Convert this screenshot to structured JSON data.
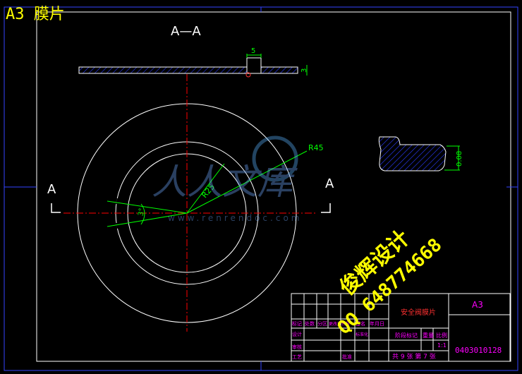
{
  "title": "A3  膜片",
  "section_title": "A—A",
  "section_marks": [
    "A",
    "A"
  ],
  "dimensions": {
    "thickness": "5",
    "height": "3",
    "radius_inner": "R25",
    "radius_outer": "R45",
    "angle": "3°",
    "detail_height": "0.08"
  },
  "watermark": {
    "site_cn": "人人文库",
    "site_url": "www.renrendoc.com"
  },
  "overlay": {
    "designer": "俊辉设计",
    "qq": "QQ 648774668"
  },
  "title_block": {
    "part_name": "安全阀膜片",
    "sheet_size": "A3",
    "drawing_number": "0403010128",
    "stage_label": "阶段标记",
    "weight_label": "重量",
    "scale_label": "比例",
    "scale_value": "1:1",
    "sheet_count": "共 9 张  第 7 张",
    "mark_label": "标记",
    "count_label": "处数",
    "zone_label": "分区",
    "change_doc_label": "更改文件号",
    "signature_label": "签名",
    "date_label": "年月日",
    "design_label": "设计",
    "standard_label": "标准化",
    "review_label": "审核",
    "process_label": "工艺",
    "approve_label": "批准"
  },
  "colors": {
    "background": "#000000",
    "frame": "#0000ff",
    "geometry": "#ffffff",
    "center_line": "#ff0000",
    "dimension": "#00ff00",
    "hatch": "#0000ff",
    "title_text": "#ffff00",
    "table_text": "#ff00ff"
  }
}
